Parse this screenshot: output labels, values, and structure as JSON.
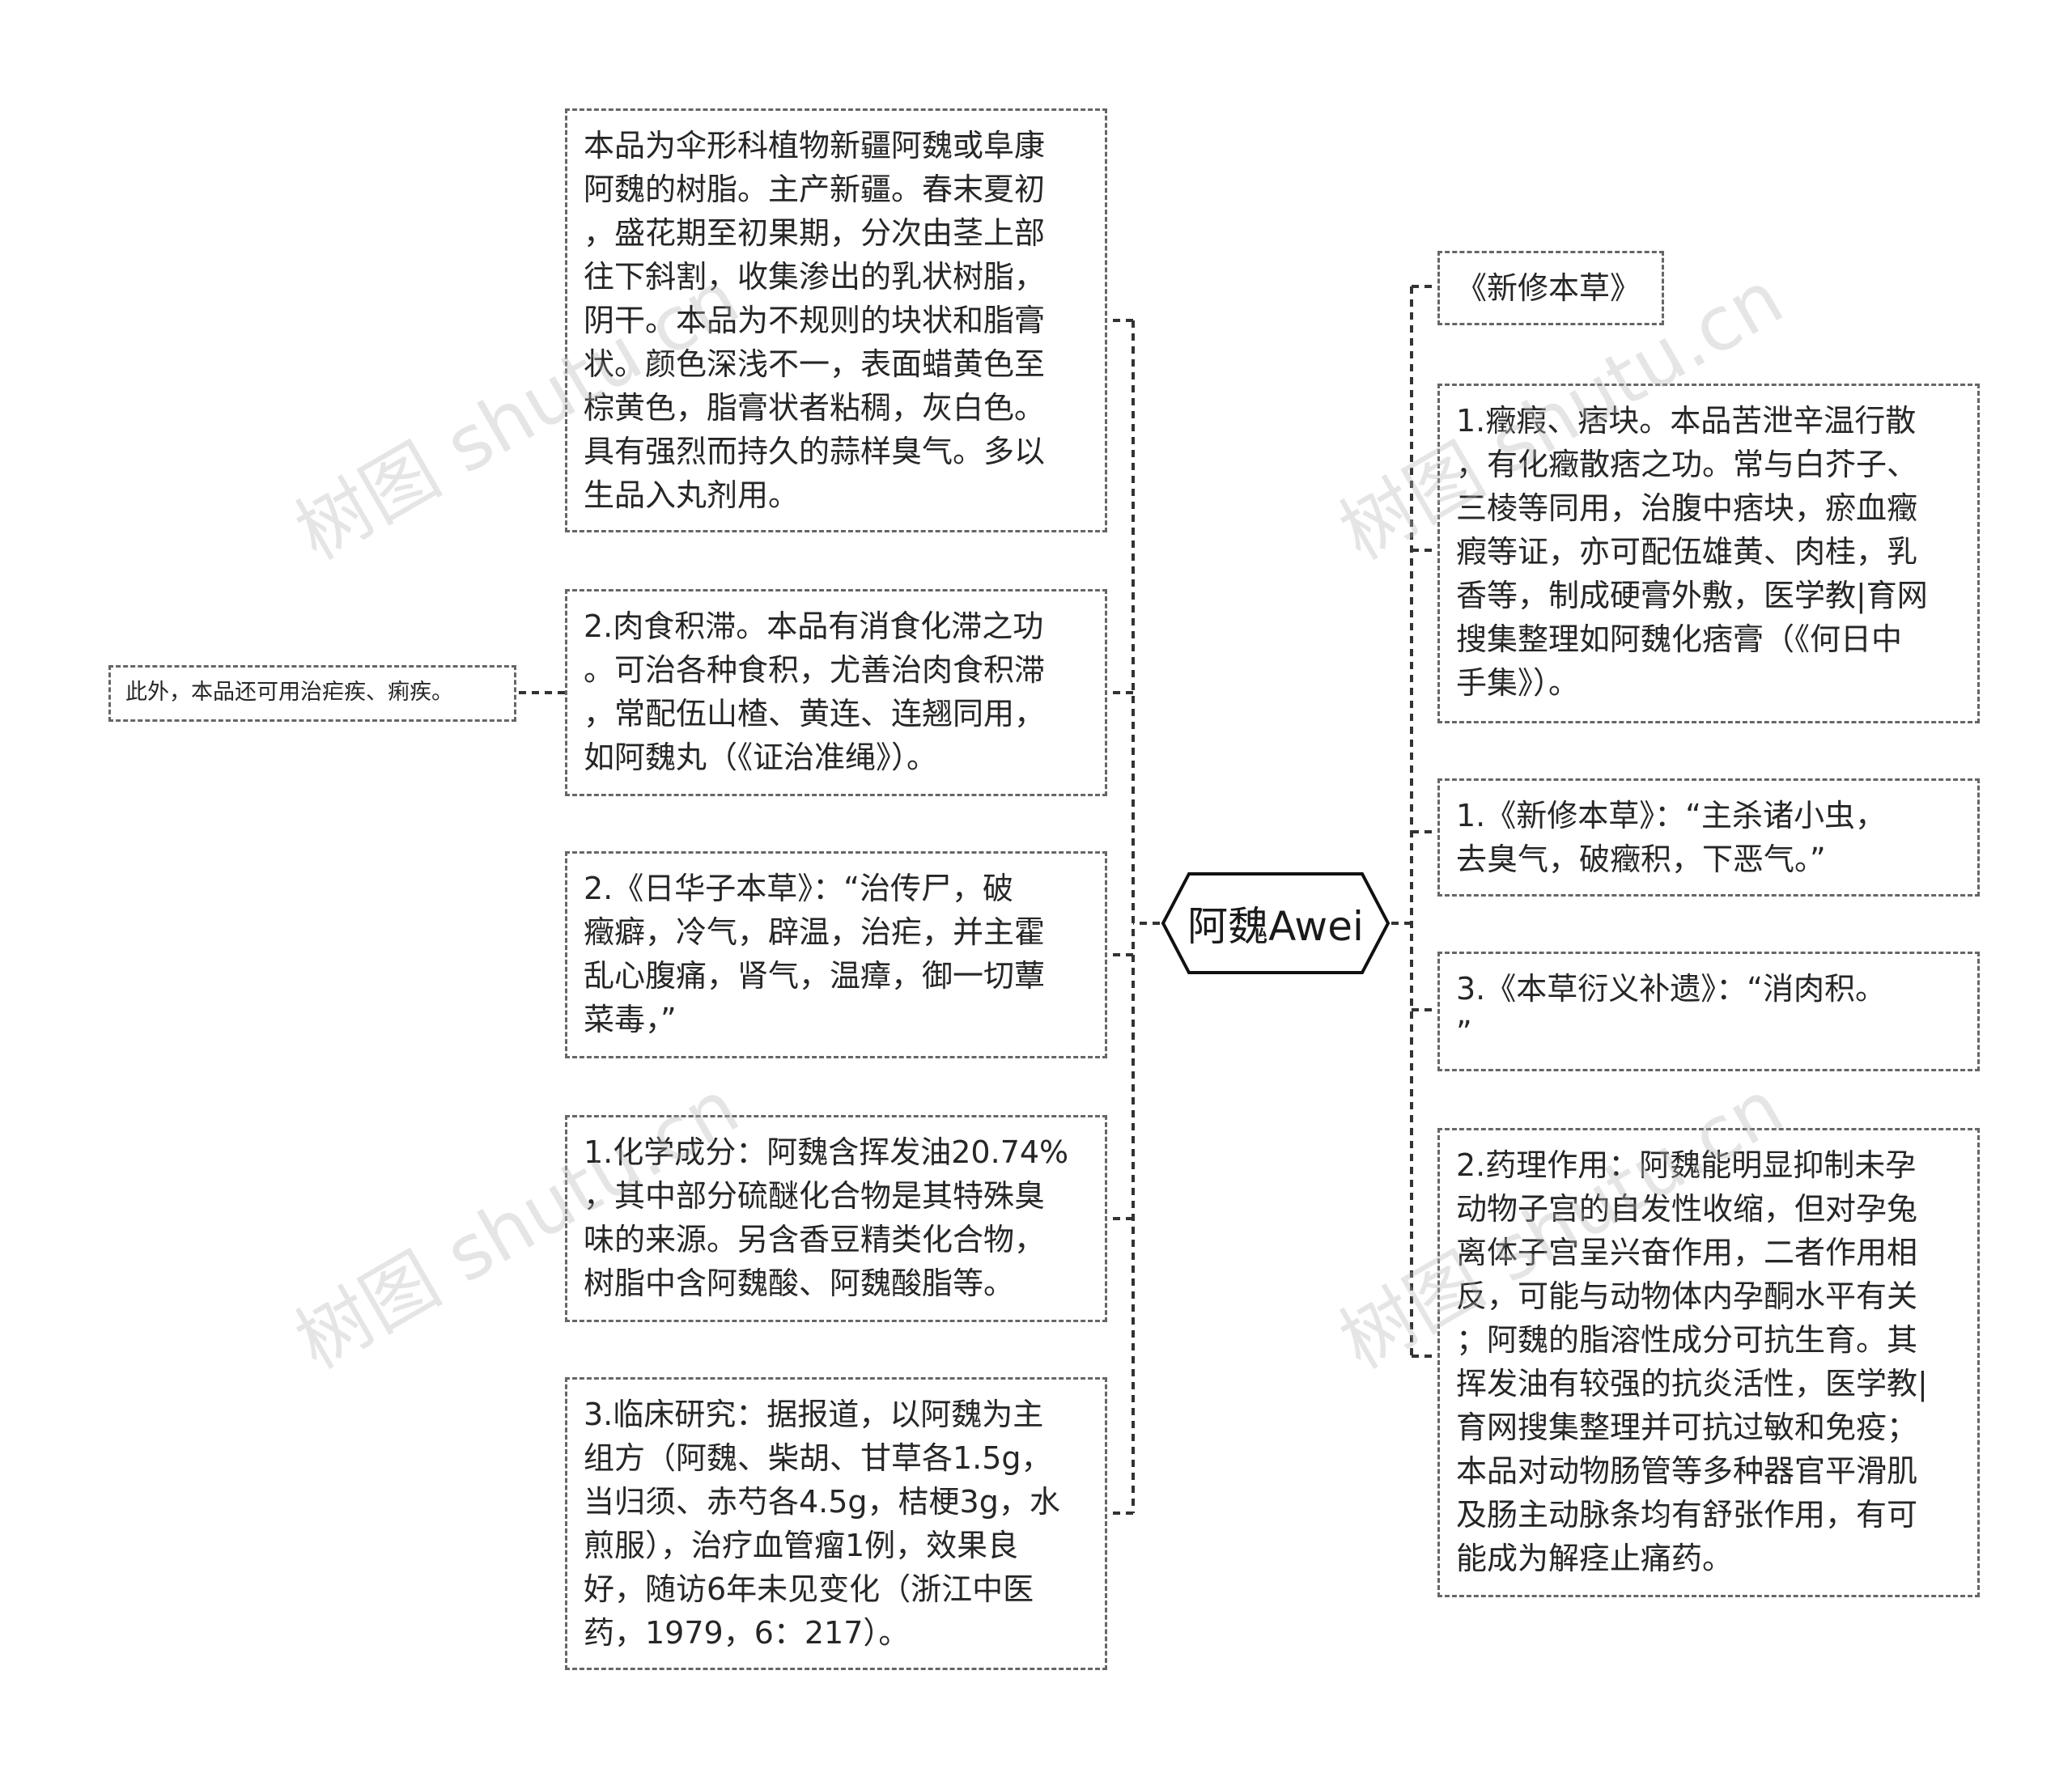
{
  "central": {
    "label": "阿魏Awei"
  },
  "left_nodes": [
    "本品为伞形科植物新疆阿魏或阜康\n阿魏的树脂。主产新疆。春末夏初\n，盛花期至初果期，分次由茎上部\n往下斜割，收集渗出的乳状树脂，\n阴干。本品为不规则的块状和脂膏\n状。颜色深浅不一，表面蜡黄色至\n棕黄色，脂膏状者粘稠，灰白色。\n具有强烈而持久的蒜样臭气。多以\n生品入丸剂用。",
    "2.肉食积滞。本品有消食化滞之功\n。可治各种食积，尤善治肉食积滞\n，常配伍山楂、黄连、连翘同用，\n如阿魏丸（《证治准绳》）。",
    "2.《日华子本草》：“治传尸，破\n癥癖，冷气，辟温，治疟，并主霍\n乱心腹痛，肾气，温瘴，御一切蕈\n菜毒，”",
    "1.化学成分：阿魏含挥发油20.74%\n，其中部分硫醚化合物是其特殊臭\n味的来源。另含香豆精类化合物，\n树脂中含阿魏酸、阿魏酸脂等。",
    "3.临床研究：据报道，以阿魏为主\n组方（阿魏、柴胡、甘草各1.5g，\n当归须、赤芍各4.5g，桔梗3g，水\n煎服），治疗血管瘤1例，效果良\n好，随访6年未见变化（浙江中医\n药，1979，6：217）。"
  ],
  "left_child": "此外，本品还可用治疟疾、痢疾。",
  "right_nodes": [
    "《新修本草》",
    "1.癥瘕、痞块。本品苦泄辛温行散\n，有化癥散痞之功。常与白芥子、\n三棱等同用，治腹中痞块，瘀血癥\n瘕等证，亦可配伍雄黄、肉桂，乳\n香等，制成硬膏外敷，医学教|育网\n搜集整理如阿魏化痞膏（《何日中\n手集》）。",
    "1.《新修本草》：“主杀诸小虫，\n去臭气，破癥积，下恶气。”",
    "3.《本草衍义补遗》：“消肉积。\n”",
    "2.药理作用：阿魏能明显抑制未孕\n动物子宫的自发性收缩，但对孕兔\n离体子宫呈兴奋作用，二者作用相\n反，可能与动物体内孕酮水平有关\n；阿魏的脂溶性成分可抗生育。其\n挥发油有较强的抗炎活性，医学教|\n育网搜集整理并可抗过敏和免疫；\n本品对动物肠管等多种器官平滑肌\n及肠主动脉条均有舒张作用，有可\n能成为解痉止痛药。"
  ],
  "watermark": "树图 shutu.cn"
}
